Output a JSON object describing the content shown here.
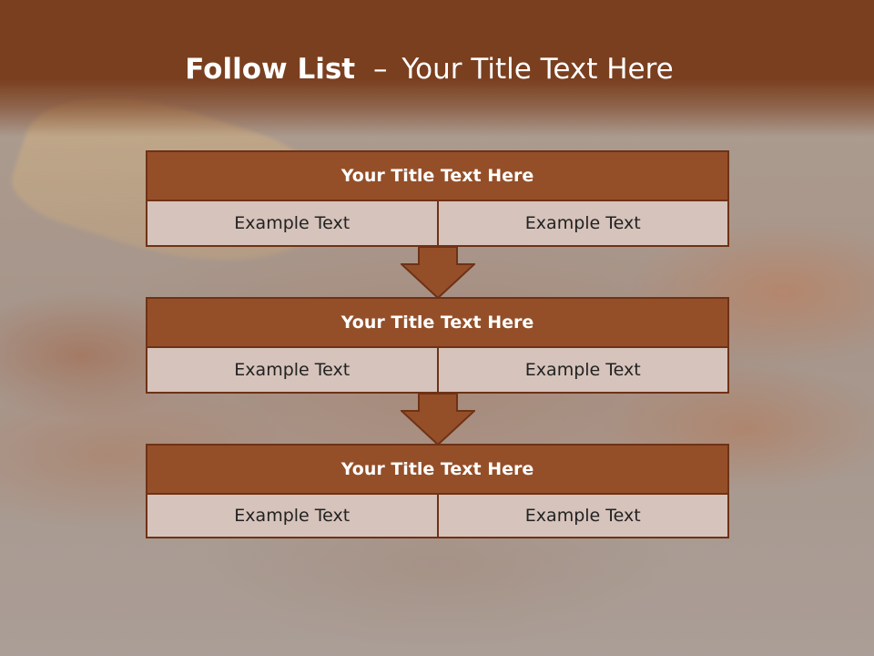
{
  "slide": {
    "title_bold": "Follow List",
    "title_dash": "–",
    "title_rest": "Your Title Text Here"
  },
  "blocks": [
    {
      "title": "Your Title Text Here",
      "cells": [
        "Example Text",
        "Example Text"
      ]
    },
    {
      "title": "Your Title Text Here",
      "cells": [
        "Example Text",
        "Example Text"
      ]
    },
    {
      "title": "Your Title Text Here",
      "cells": [
        "Example Text",
        "Example Text"
      ]
    }
  ],
  "colors": {
    "header_bar": "#7a3f1f",
    "block_title_fill": "#944f29",
    "block_border": "#6e3216",
    "cell_fill": "#d6c3bb",
    "arrow_fill": "#944f29"
  },
  "icons": {
    "connector": "down-arrow-icon"
  }
}
